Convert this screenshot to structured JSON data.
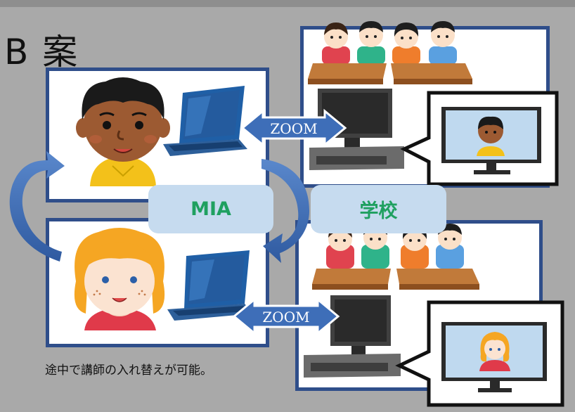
{
  "title": "B 案",
  "labels": {
    "mia": "MIA",
    "school": "学校",
    "zoom_top": "ZOOM",
    "zoom_bottom": "ZOOM"
  },
  "caption": "途中で講師の入れ替えが可能。",
  "colors": {
    "frame_border": "#2f4e8a",
    "arrow": "#3e6eb8",
    "pill_bg": "#c6dbef",
    "pill_text": "#1fa060",
    "background": "#a9a9a9"
  }
}
